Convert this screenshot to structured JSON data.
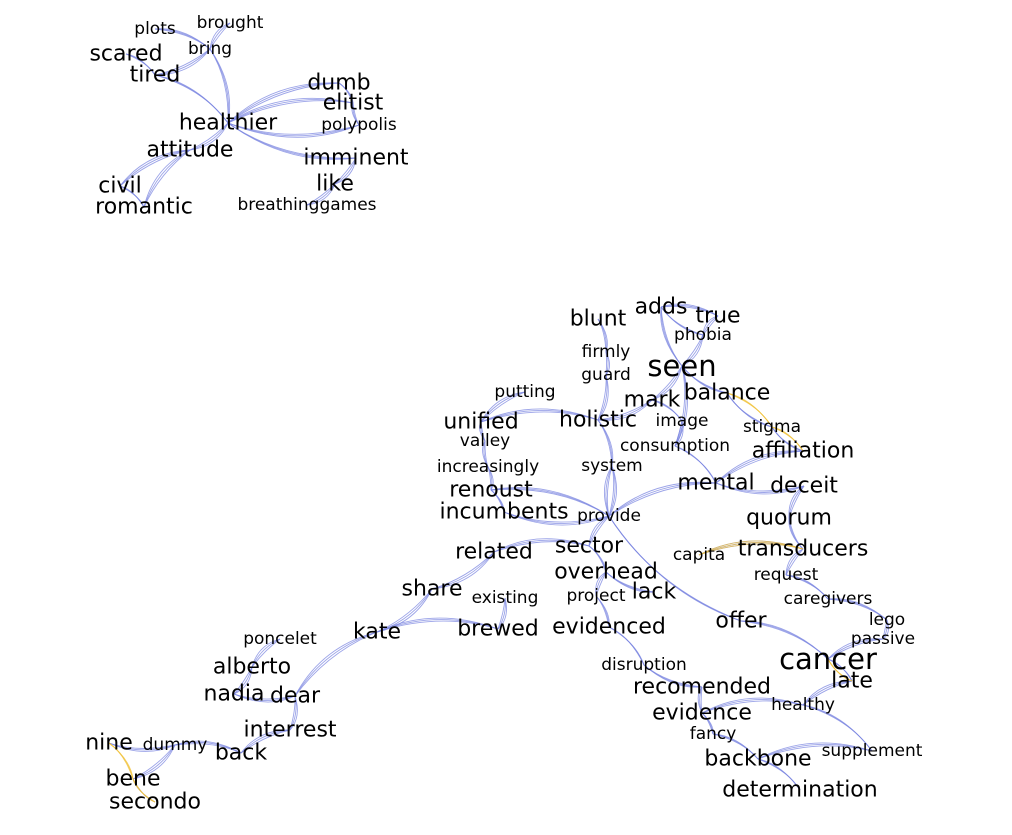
{
  "colors": {
    "background": "#ffffff",
    "edge_primary": "#7b86e0",
    "edge_secondary": "#f0c23a",
    "label": "#000000"
  },
  "clusters": [
    {
      "words": [
        "plots",
        "brought",
        "bring",
        "scared",
        "tired",
        "healthier",
        "dumb",
        "elitist",
        "polypolis",
        "attitude",
        "imminent",
        "civil",
        "like",
        "romantic",
        "breathinggames"
      ],
      "edges": [
        [
          "brought",
          "bring"
        ],
        [
          "plots",
          "bring"
        ],
        [
          "scared",
          "tired"
        ],
        [
          "bring",
          "tired"
        ],
        [
          "tired",
          "healthier"
        ],
        [
          "bring",
          "healthier"
        ],
        [
          "healthier",
          "dumb"
        ],
        [
          "healthier",
          "elitist"
        ],
        [
          "healthier",
          "polypolis"
        ],
        [
          "healthier",
          "attitude"
        ],
        [
          "healthier",
          "imminent"
        ],
        [
          "imminent",
          "like"
        ],
        [
          "like",
          "breathinggames"
        ],
        [
          "attitude",
          "civil"
        ],
        [
          "civil",
          "romantic"
        ],
        [
          "attitude",
          "romantic"
        ],
        [
          "dumb",
          "elitist"
        ],
        [
          "elitist",
          "polypolis"
        ]
      ]
    },
    {
      "words": [
        "blunt",
        "adds",
        "true",
        "phobia",
        "firmly",
        "seen",
        "guard",
        "putting",
        "mark",
        "balance",
        "unified",
        "holistic",
        "image",
        "stigma",
        "valley",
        "consumption",
        "affiliation",
        "increasingly",
        "system",
        "mental",
        "deceit",
        "renoust",
        "incumbents",
        "provide",
        "quorum",
        "related",
        "sector",
        "capita",
        "transducers",
        "overhead",
        "request",
        "share",
        "existing",
        "project",
        "lack",
        "caregivers",
        "lego",
        "kate",
        "brewed",
        "evidenced",
        "offer",
        "passive",
        "cancer",
        "disruption",
        "late",
        "recomended",
        "healthy",
        "evidence",
        "fancy",
        "supplement",
        "backbone",
        "determination",
        "poncelet",
        "alberto",
        "nadia",
        "dear",
        "interrest",
        "nine",
        "dummy",
        "back",
        "bene",
        "secondo"
      ],
      "edges": [
        [
          "blunt",
          "firmly"
        ],
        [
          "adds",
          "true"
        ],
        [
          "adds",
          "phobia"
        ],
        [
          "true",
          "phobia"
        ],
        [
          "phobia",
          "seen"
        ],
        [
          "adds",
          "seen"
        ],
        [
          "firmly",
          "guard"
        ],
        [
          "guard",
          "holistic"
        ],
        [
          "seen",
          "mark"
        ],
        [
          "seen",
          "balance"
        ],
        [
          "mark",
          "image"
        ],
        [
          "balance",
          "stigma"
        ],
        [
          "image",
          "consumption"
        ],
        [
          "holistic",
          "system"
        ],
        [
          "putting",
          "unified"
        ],
        [
          "unified",
          "valley"
        ],
        [
          "valley",
          "increasingly"
        ],
        [
          "increasingly",
          "renoust"
        ],
        [
          "renoust",
          "incumbents"
        ],
        [
          "incumbents",
          "provide"
        ],
        [
          "system",
          "provide"
        ],
        [
          "consumption",
          "mental"
        ],
        [
          "stigma",
          "affiliation"
        ],
        [
          "affiliation",
          "mental"
        ],
        [
          "mental",
          "deceit"
        ],
        [
          "deceit",
          "quorum"
        ],
        [
          "quorum",
          "transducers"
        ],
        [
          "capita",
          "transducers"
        ],
        [
          "transducers",
          "request"
        ],
        [
          "request",
          "caregivers"
        ],
        [
          "caregivers",
          "lego"
        ],
        [
          "lego",
          "passive"
        ],
        [
          "passive",
          "cancer"
        ],
        [
          "cancer",
          "late"
        ],
        [
          "late",
          "healthy"
        ],
        [
          "offer",
          "cancer"
        ],
        [
          "provide",
          "offer"
        ],
        [
          "provide",
          "sector"
        ],
        [
          "sector",
          "related"
        ],
        [
          "sector",
          "overhead"
        ],
        [
          "overhead",
          "lack"
        ],
        [
          "overhead",
          "project"
        ],
        [
          "project",
          "evidenced"
        ],
        [
          "existing",
          "brewed"
        ],
        [
          "related",
          "share"
        ],
        [
          "share",
          "kate"
        ],
        [
          "kate",
          "brewed"
        ],
        [
          "evidenced",
          "disruption"
        ],
        [
          "disruption",
          "recomended"
        ],
        [
          "recomended",
          "evidence"
        ],
        [
          "evidence",
          "healthy"
        ],
        [
          "evidence",
          "fancy"
        ],
        [
          "fancy",
          "backbone"
        ],
        [
          "backbone",
          "determination"
        ],
        [
          "backbone",
          "supplement"
        ],
        [
          "healthy",
          "supplement"
        ],
        [
          "kate",
          "dear"
        ],
        [
          "poncelet",
          "alberto"
        ],
        [
          "alberto",
          "nadia"
        ],
        [
          "nadia",
          "dear"
        ],
        [
          "dear",
          "interrest"
        ],
        [
          "interrest",
          "back"
        ],
        [
          "back",
          "dummy"
        ],
        [
          "dummy",
          "nine"
        ],
        [
          "dummy",
          "bene"
        ],
        [
          "bene",
          "secondo"
        ],
        [
          "holistic",
          "unified"
        ],
        [
          "mark",
          "holistic"
        ],
        [
          "provide",
          "renoust"
        ],
        [
          "provide",
          "mental"
        ],
        [
          "provide",
          "system"
        ],
        [
          "seen",
          "consumption"
        ]
      ]
    }
  ],
  "highlight_edges": [
    [
      "bene",
      "secondo"
    ],
    [
      "nine",
      "bene"
    ],
    [
      "capita",
      "transducers"
    ],
    [
      "stigma",
      "balance"
    ],
    [
      "affiliation",
      "stigma"
    ],
    [
      "late",
      "cancer"
    ]
  ]
}
